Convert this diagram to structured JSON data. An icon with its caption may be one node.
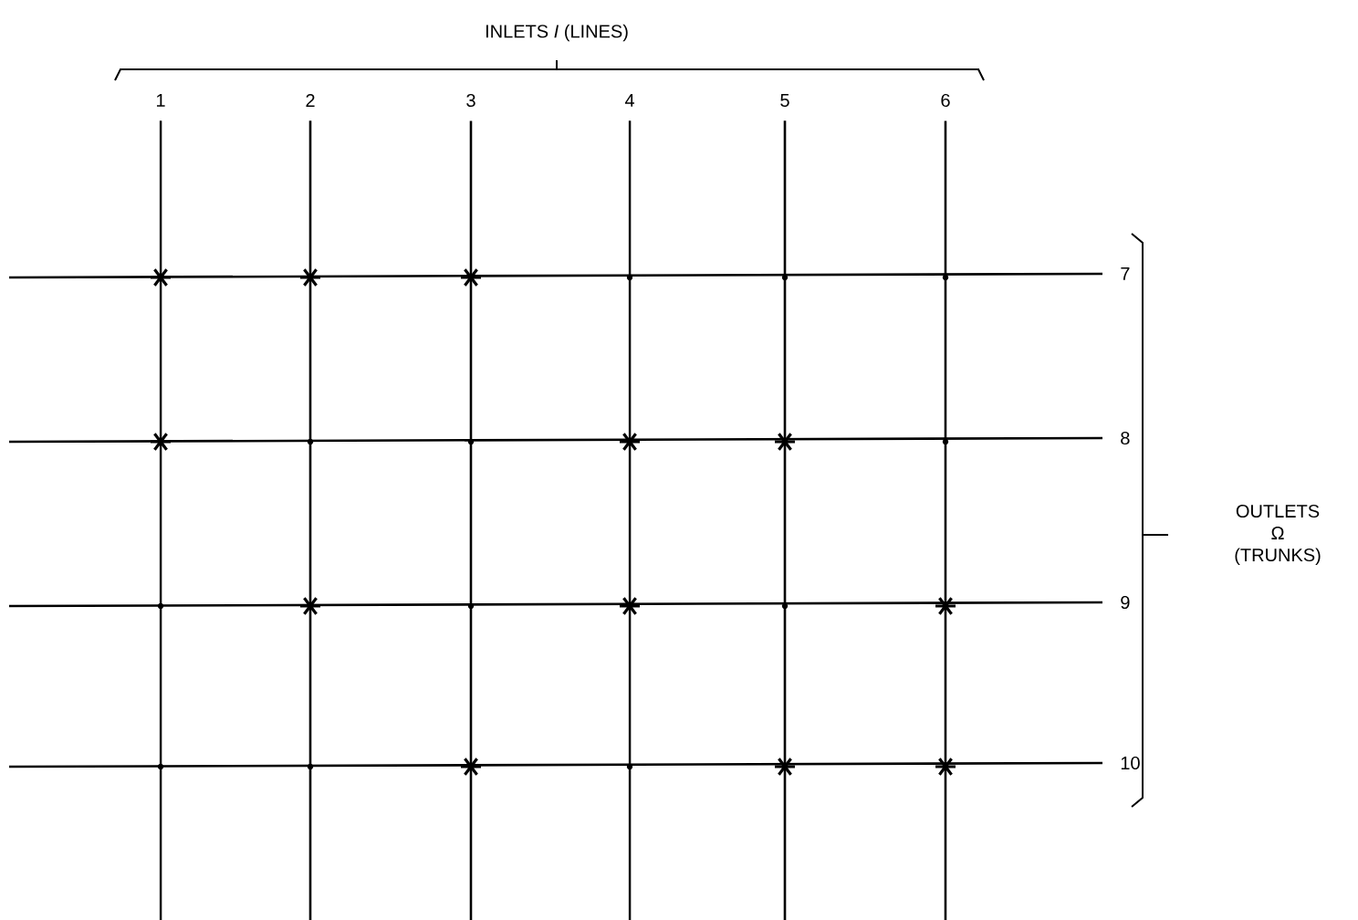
{
  "diagram": {
    "nodes": [
      {
        "text": [
          "1"
        ]
      },
      {
        "text": [
          "2"
        ]
      },
      {
        "text": [
          "3"
        ]
      },
      {
        "text": [
          "4"
        ]
      },
      {
        "text": [
          "5"
        ]
      },
      {
        "text": [
          "6"
        ]
      },
      {
        "text": [
          "7"
        ]
      },
      {
        "text": [
          "8"
        ]
      },
      {
        "text": [
          "9"
        ]
      },
      {
        "text": [
          "10"
        ]
      },
      {
        "text": [],
        "shape": "star"
      },
      {
        "text": [],
        "shape": "star"
      },
      {
        "text": [],
        "shape": "star"
      },
      {
        "text": [],
        "shape": "star"
      },
      {
        "text": [],
        "shape": "star"
      },
      {
        "text": [],
        "shape": "star"
      },
      {
        "text": [],
        "shape": "star"
      },
      {
        "text": [],
        "shape": "star"
      },
      {
        "text": [],
        "shape": "star"
      },
      {
        "text": [],
        "shape": "star"
      },
      {
        "text": [],
        "shape": "star"
      },
      {
        "text": [],
        "shape": "star"
      }
    ],
    "edges": [
      {
        "from": 0,
        "to": null,
        "arrow": "none"
      },
      {
        "from": 1,
        "to": null,
        "arrow": "none"
      },
      {
        "from": 2,
        "to": null,
        "arrow": "none"
      },
      {
        "from": 3,
        "to": null,
        "arrow": "none"
      },
      {
        "from": 4,
        "to": null,
        "arrow": "none"
      },
      {
        "from": 5,
        "to": null,
        "arrow": "none"
      },
      {
        "from": null,
        "to": 6,
        "arrow": "none"
      },
      {
        "from": null,
        "to": 7,
        "arrow": "none"
      },
      {
        "from": null,
        "to": 8,
        "arrow": "none"
      },
      {
        "from": null,
        "to": 9,
        "arrow": "none"
      }
    ],
    "labels": [
      "INLETS *I* (LINES)",
      "OUTLETS Ω (TRUNKS)"
    ]
  }
}
